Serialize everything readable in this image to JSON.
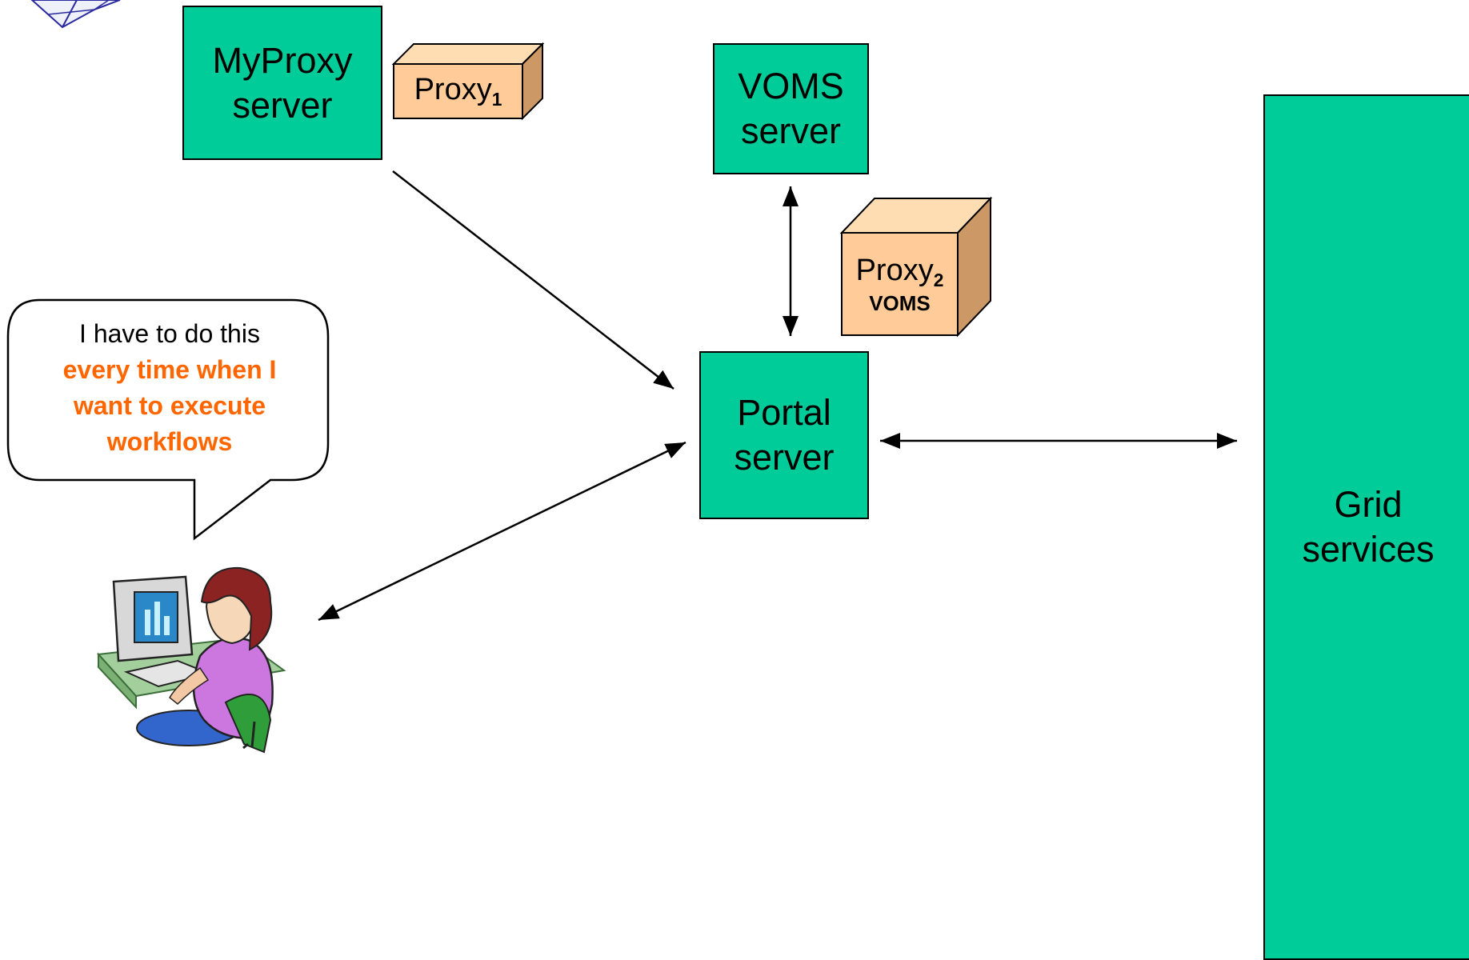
{
  "nodes": {
    "myproxy": {
      "line1": "MyProxy",
      "line2": "server"
    },
    "voms": {
      "line1": "VOMS",
      "line2": "server"
    },
    "portal": {
      "line1": "Portal",
      "line2": "server"
    },
    "grid": {
      "line1": "Grid",
      "line2": "services"
    }
  },
  "cubes": {
    "proxy1": {
      "label": "Proxy",
      "sub": "1"
    },
    "proxy2": {
      "label": "Proxy",
      "sub": "2",
      "extra": "VOMS"
    }
  },
  "bubble": {
    "line1": "I have to do this",
    "emphasis": [
      "every time when I",
      "want to execute",
      "workflows"
    ]
  },
  "colors": {
    "server_fill": "#00cc99",
    "cube_front": "#ffcc99",
    "cube_top": "#ffddb3",
    "cube_side": "#cc9966",
    "emphasis_text": "#ff6600"
  },
  "icons": [
    "logo-icon",
    "user-at-computer-icon"
  ]
}
